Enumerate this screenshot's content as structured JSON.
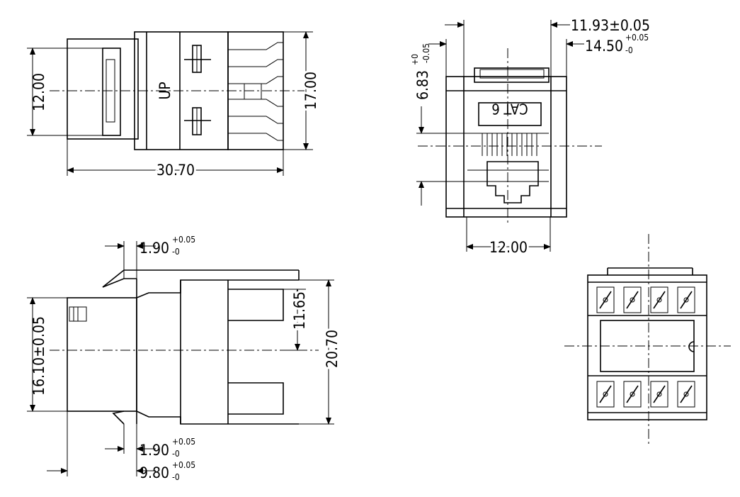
{
  "drawing": {
    "top_view": {
      "dims": {
        "height": "12.00",
        "overall_height": "17.00",
        "length": "30.70"
      },
      "marking": "UP"
    },
    "front_view": {
      "label": "CAT 6",
      "dims": {
        "width": "11.93",
        "width_tol": "±0.05",
        "outer_width": "14.50",
        "outer_width_tol_plus": "+0.05",
        "outer_width_tol_minus": "-0",
        "height": "6.83",
        "height_tol_plus": "+0",
        "height_tol_minus": "-0.05",
        "base_width": "12.00"
      }
    },
    "side_view": {
      "dims": {
        "top_offset": "1.90",
        "top_offset_tol_plus": "+0.05",
        "top_offset_tol_minus": "-0",
        "bottom_offset": "1.90",
        "bottom_offset_tol_plus": "+0.05",
        "bottom_offset_tol_minus": "-0",
        "depth": "9.80",
        "depth_tol_plus": "+0.05",
        "depth_tol_minus": "-0",
        "body_height": "16.10",
        "body_height_tol": "±0.05",
        "slot_height": "11.65",
        "overall_height": "20.70"
      }
    }
  }
}
